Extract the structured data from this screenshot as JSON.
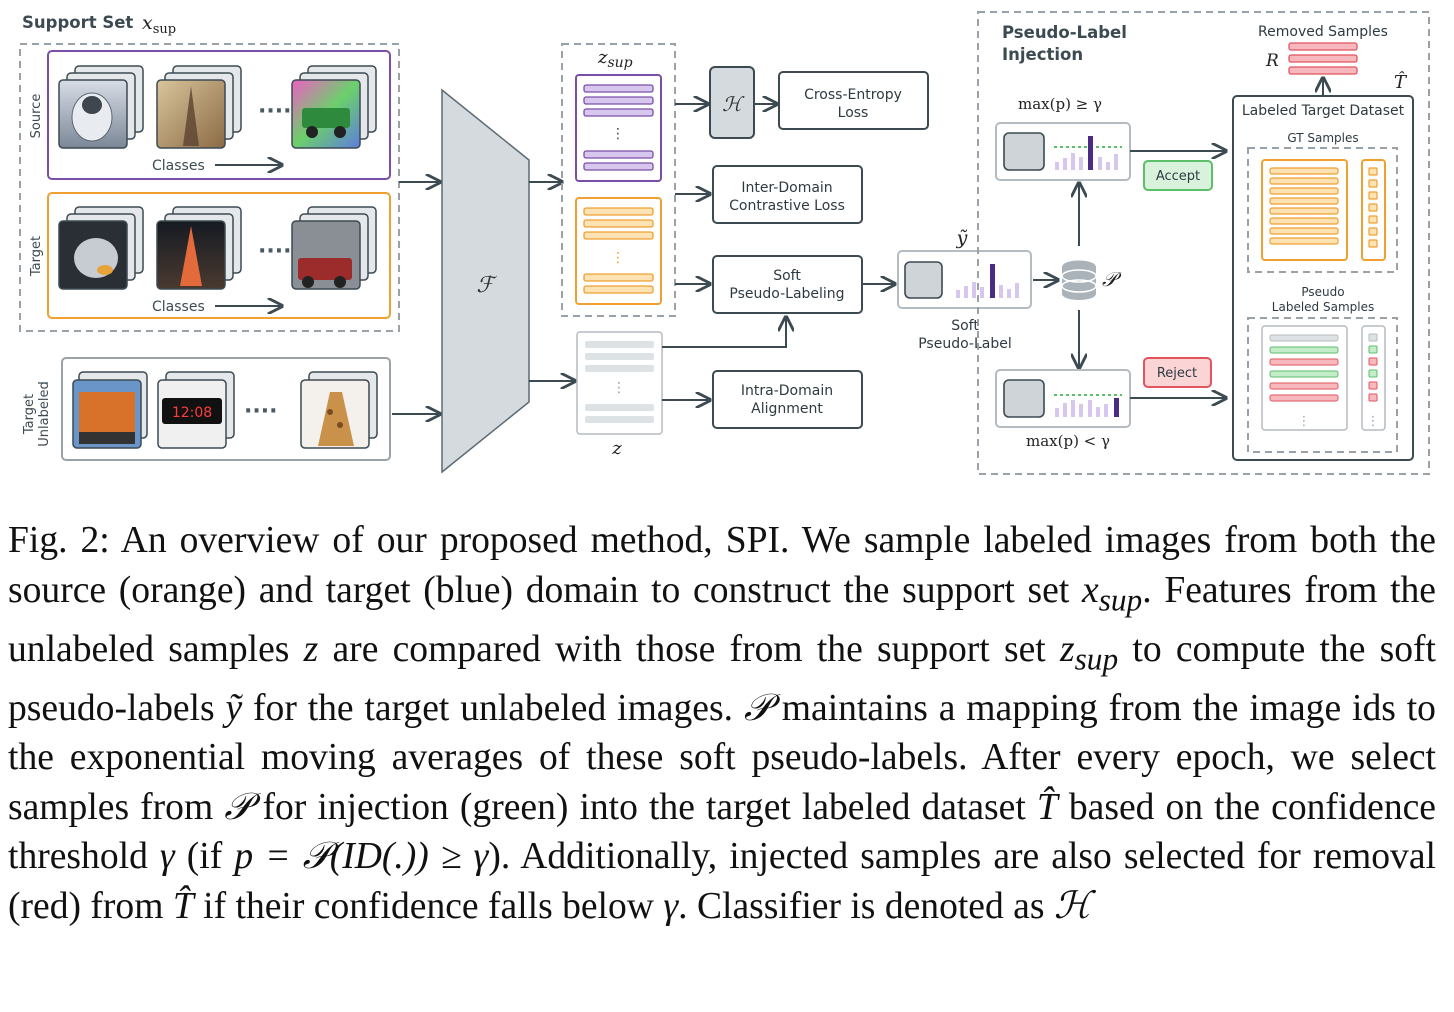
{
  "figure": {
    "support_set": {
      "title": "Support Set",
      "symbol": "x",
      "symbol_sub": "sup"
    },
    "row_labels": {
      "source": "Source",
      "target": "Target",
      "target_unlabeled_line1": "Target",
      "target_unlabeled_line2": "Unlabeled"
    },
    "classes_label": "Classes",
    "encoder_symbol": "ℱ",
    "zsup_label": {
      "symbol": "z",
      "sub": "sup"
    },
    "z_label": "z",
    "classifier_symbol": "ℋ",
    "losses": {
      "cross_entropy": [
        "Cross-Entropy",
        "Loss"
      ],
      "inter_domain": [
        "Inter-Domain",
        "Contrastive Loss"
      ],
      "soft_pl": [
        "Soft",
        "Pseudo-Labeling"
      ],
      "intra_domain": [
        "Intra-Domain",
        "Alignment"
      ]
    },
    "soft_pseudo_label": {
      "symbol": "ỹ",
      "line1": "Soft",
      "line2": "Pseudo-Label"
    },
    "memory_symbol": "𝒫",
    "injection": {
      "title_line1": "Pseudo-Label",
      "title_line2": "Injection",
      "accept_condition": "max(p) ≥ γ",
      "reject_condition": "max(p) < γ",
      "accept": "Accept",
      "reject": "Reject",
      "removed_samples": "Removed Samples",
      "removed_symbol": "R",
      "dataset_symbol": "T̂",
      "dataset_title": "Labeled Target Dataset",
      "gt_samples": "GT Samples",
      "pseudo_line1": "Pseudo",
      "pseudo_line2": "Labeled Samples"
    },
    "colors": {
      "purple": "#7b4fa8",
      "orange": "#f0a030",
      "green": "#5cbf6a",
      "red": "#e2555f",
      "gray": "#d4dadd",
      "dark": "#3c4a52"
    }
  },
  "caption": {
    "lead": "Fig. 2: An overview of our proposed method, SPI. We sample labeled images from both the source (orange) and target (blue) domain to construct the support set",
    "xsup": "x",
    "xsup_sub": "sup",
    "s1": ". Features from the unlabeled samples",
    "z": "z",
    "s2": "are compared with those from the support set",
    "zsup": "z",
    "zsup_sub": "sup",
    "s3": "to compute the soft pseudo-labels",
    "ytilde": "ỹ",
    "s4": "for the target unlabeled images.",
    "P1": "𝒫",
    "s5": "maintains a mapping from the image ids to the exponential moving averages of these soft pseudo-labels. After every epoch, we select samples from",
    "P2": "𝒫",
    "s6": "for injection (green) into the target labeled dataset",
    "T1": "T̂",
    "s7": "based on the confidence threshold",
    "gamma1": "γ",
    "s8": "(if",
    "formula": "p = 𝒫(ID(.)) ≥ γ",
    "s9": "). Additionally, injected samples are also selected for removal (red) from",
    "T2": "T̂",
    "s10": "if their confidence falls below",
    "gamma2": "γ",
    "s11": ". Classifier is denoted as",
    "H": "ℋ"
  }
}
